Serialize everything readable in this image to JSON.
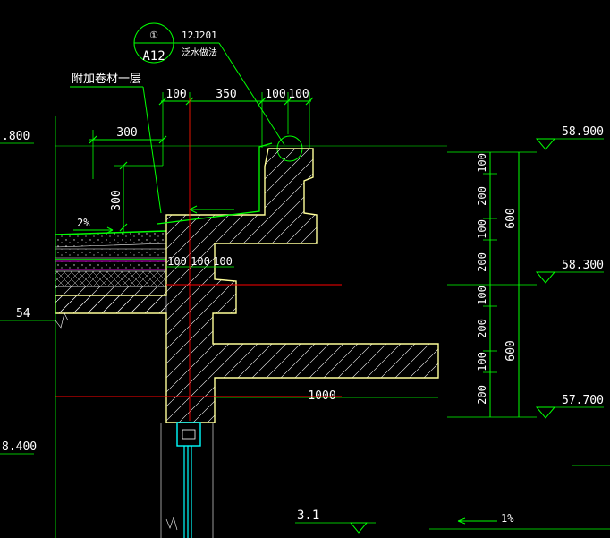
{
  "colors": {
    "background": "#000000",
    "dimension_lines": "#00ff00",
    "concrete_outline": "#ffff99",
    "section_hatch": "#ffffff",
    "axis_lines": "#ff0000",
    "waterproof_layer": "#00ff00",
    "insulation_layer": "#ff00ff",
    "glazing": "#00ffff",
    "text": "#ffffff"
  },
  "detail_callout": {
    "index": "①",
    "sheet": "A12",
    "reference": "12J201",
    "note": "泛水做法"
  },
  "labels": {
    "membrane_note": "附加卷材一层",
    "slope_roof": "2%",
    "slope_bottom": "1%",
    "level_bottom_left": "3.1",
    "edge_top": ".800",
    "edge_mid": "54",
    "edge_bottom": "8.400"
  },
  "dimensions": {
    "top": [
      "100",
      "350",
      "100",
      "100"
    ],
    "parapet_offset": "300",
    "parapet_height": "300",
    "beam": [
      "100",
      "100",
      "100"
    ],
    "overhang": "1000",
    "right_column": [
      "100",
      "200",
      "100",
      "200",
      "100",
      "200",
      "100",
      "200"
    ],
    "right_total_upper": "600",
    "right_total_lower": "600"
  },
  "elevations": [
    {
      "value": "58.900"
    },
    {
      "value": "58.300"
    },
    {
      "value": "57.700"
    }
  ]
}
